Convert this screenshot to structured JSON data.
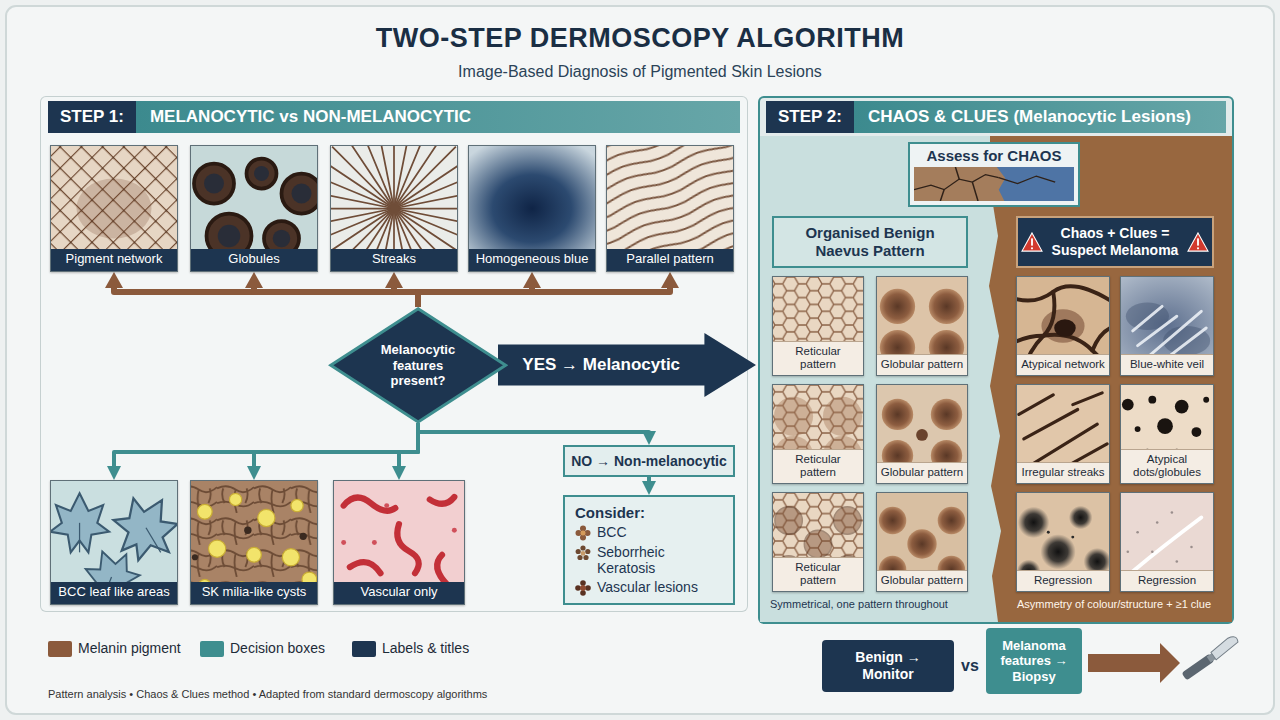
{
  "diagram": {
    "title": "TWO-STEP DERMOSCOPY ALGORITHM",
    "caption": "Pattern analysis • Chaos & Clues method • Adapted from standard dermoscopy algorithms",
    "nodes": [
      {
        "text": [
          "STEP 1:",
          "MELANOCYTIC vs NON-MELANOCYTIC"
        ]
      },
      {
        "text": [
          "Pigment network"
        ],
        "in": 0
      },
      {
        "text": [
          "Globules"
        ],
        "in": 0
      },
      {
        "text": [
          "Streaks"
        ],
        "in": 0
      },
      {
        "text": [
          "Homogeneous blue"
        ],
        "in": 0
      },
      {
        "text": [
          "Parallel pattern"
        ],
        "in": 0
      },
      {
        "text": [
          "Melanocytic features present?"
        ],
        "in": 0
      },
      {
        "text": [
          "YES → Melanocytic"
        ]
      },
      {
        "text": [
          "BCC leaf like areas"
        ],
        "in": 0
      },
      {
        "text": [
          "SK milia-like cysts"
        ],
        "in": 0
      },
      {
        "text": [
          "Vascular only"
        ],
        "in": 0
      },
      {
        "text": [
          "NO → Non-melanocytic"
        ],
        "in": 0
      },
      {
        "text": [
          "Consider:",
          "BCC",
          "Seborrheic Keratosis",
          "Vascular lesions"
        ],
        "in": 0
      },
      {
        "text": [
          "STEP 2:",
          "CHAOS & CLUES (Melanocytic Lesions)"
        ]
      },
      {
        "text": [
          "Assess for CHAOS"
        ],
        "in": 13
      },
      {
        "text": [
          "Organised Benign Naevus Pattern"
        ],
        "in": 13
      },
      {
        "text": [
          "Reticular pattern"
        ],
        "in": 13
      },
      {
        "text": [
          "Globular pattern"
        ],
        "in": 13
      },
      {
        "text": [
          "Reticular pattern"
        ],
        "in": 13
      },
      {
        "text": [
          "Globular pattern"
        ],
        "in": 13
      },
      {
        "text": [
          "Reticular pattern"
        ],
        "in": 13
      },
      {
        "text": [
          "Globular pattern"
        ],
        "in": 13
      },
      {
        "text": [
          "Chaos + Clues = Suspect Melanoma"
        ],
        "in": 13
      },
      {
        "text": [
          "Atypical network"
        ],
        "in": 13
      },
      {
        "text": [
          "Blue-white veil"
        ],
        "in": 13
      },
      {
        "text": [
          "Irregular streaks"
        ],
        "in": 13
      },
      {
        "text": [
          "Atypical dots/globules"
        ],
        "in": 13
      },
      {
        "text": [
          "Regression"
        ],
        "in": 13
      },
      {
        "text": [
          "Regression"
        ],
        "in": 13
      },
      {
        "text": [
          "Benign → Monitor"
        ]
      },
      {
        "text": [
          "Melanoma features → Biopsy"
        ]
      }
    ],
    "edges": [
      {
        "from": 6,
        "to": 1,
        "arrow": "to"
      },
      {
        "from": 6,
        "to": 2,
        "arrow": "to"
      },
      {
        "from": 6,
        "to": 3,
        "arrow": "to"
      },
      {
        "from": 6,
        "to": 4,
        "arrow": "to"
      },
      {
        "from": 6,
        "to": 5,
        "arrow": "to"
      },
      {
        "from": 6,
        "to": 8,
        "arrow": "to"
      },
      {
        "from": 6,
        "to": 9,
        "arrow": "to"
      },
      {
        "from": 6,
        "to": 10,
        "arrow": "to"
      },
      {
        "from": 6,
        "to": 11,
        "arrow": "to"
      },
      {
        "from": 11,
        "to": 12,
        "arrow": "to"
      }
    ],
    "labels": [
      "Image-Based Diagnosis of Pigmented Skin Lesions",
      "Symmetrical, one pattern throughout",
      "Asymmetry of colour/structure + ≥1 clue",
      "vs"
    ],
    "legend": [
      {
        "text": "Melanin pigment",
        "color": "#8b5a3c"
      },
      {
        "text": "Decision boxes",
        "color": "#3e8e8f"
      },
      {
        "text": "Labels & titles",
        "color": "#1d3550"
      }
    ]
  }
}
